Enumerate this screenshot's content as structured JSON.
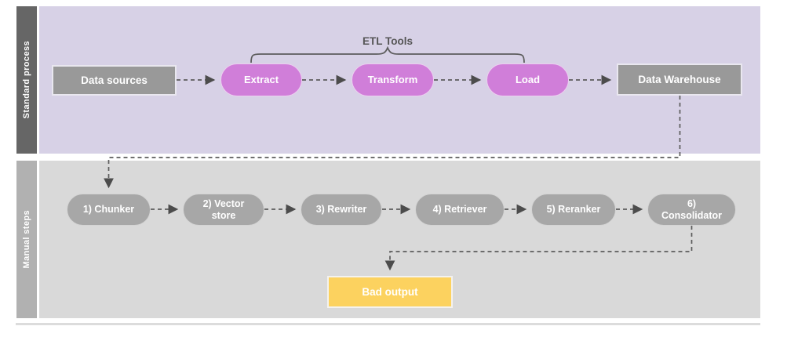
{
  "lanes": {
    "standard": {
      "label": "Standard process",
      "nodes": [
        {
          "label": "Data sources"
        },
        {
          "label": "Extract"
        },
        {
          "label": "Transform"
        },
        {
          "label": "Load"
        },
        {
          "label": "Data Warehouse"
        }
      ]
    },
    "manual": {
      "label": "Manual steps",
      "nodes": [
        {
          "label": "1) Chunker"
        },
        {
          "label": "2) Vector store"
        },
        {
          "label": "3) Rewriter"
        },
        {
          "label": "4) Retriever"
        },
        {
          "label": "5) Reranker"
        },
        {
          "label": "6) Consolidator"
        }
      ],
      "output": {
        "label": "Bad output"
      }
    }
  },
  "annotations": {
    "etl_tools": "ETL Tools"
  },
  "colors": {
    "standard_lane_bg": "#d7d1e6",
    "standard_lane_bar": "#666666",
    "manual_lane_bg": "#d9d9d9",
    "manual_lane_bar": "#b1b1b1",
    "etl_pill_fill": "#d07ed9",
    "gray_rect_fill": "#999999",
    "manual_pill_fill": "#a7a7a7",
    "bad_output_fill": "#fcd25f",
    "connector": "#5c5c5c"
  }
}
